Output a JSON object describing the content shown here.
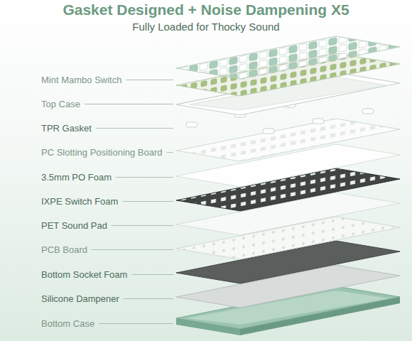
{
  "diagram": {
    "title": "Gasket Designed + Noise Dampening X5",
    "labels": [
      "Fully Loaded for Thocky Sound",
      "Mint Mambo Switch",
      "Top Case",
      "TPR Gasket",
      "PC Slotting Positioning Board",
      "3.5mm PO Foam",
      "IXPE Switch Foam",
      "PET Sound Pad",
      "PCB Board",
      "Bottom Socket Foam",
      "Silicone Dampener",
      "Bottom Case"
    ]
  }
}
